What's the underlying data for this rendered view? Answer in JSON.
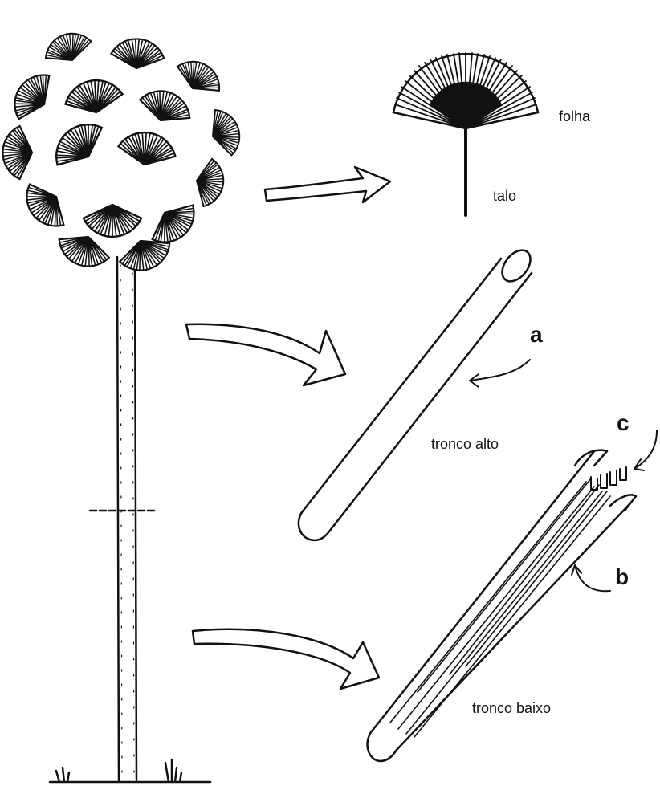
{
  "labels": {
    "leaf": "folha",
    "stalk": "talo",
    "upper_trunk": "tronco alto",
    "lower_trunk": "tronco baixo",
    "mark_a": "a",
    "mark_b": "b",
    "mark_c": "c"
  },
  "colors": {
    "ink": "#111111",
    "background": "#ffffff"
  }
}
